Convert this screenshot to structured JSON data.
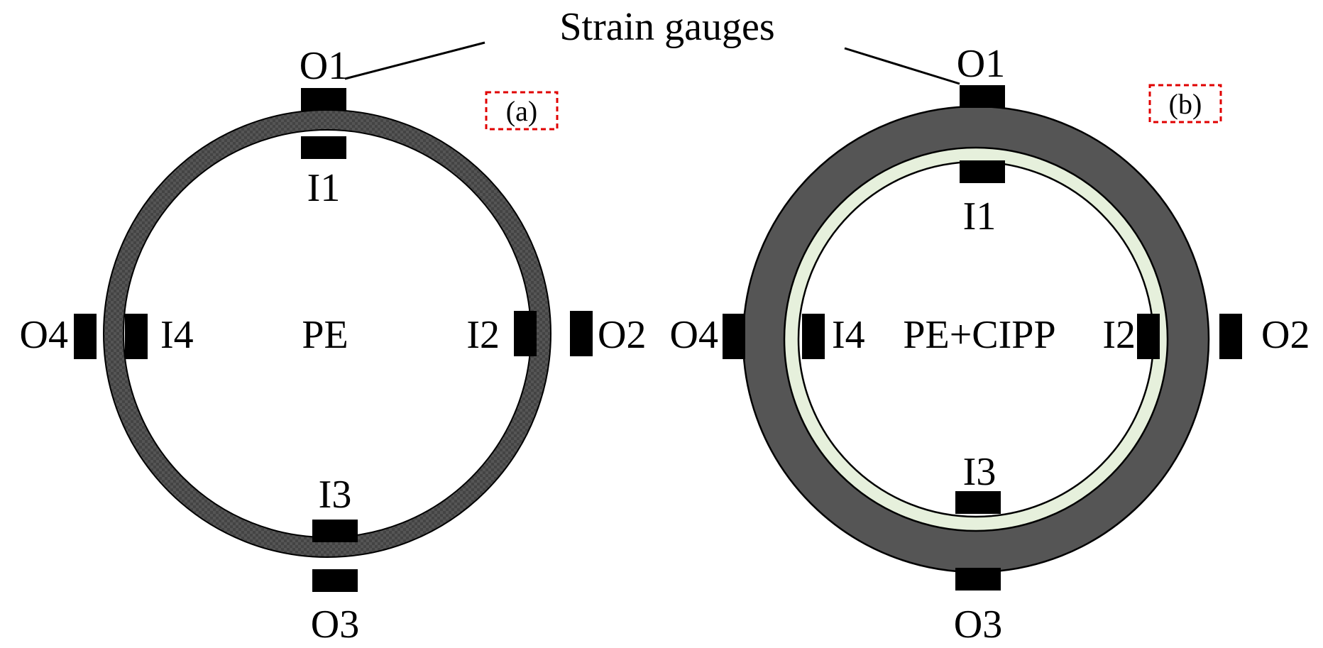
{
  "title": "Strain gauges",
  "panels": [
    {
      "tag": "(a)",
      "center_label": "PE",
      "outer_gauges": {
        "top": "O1",
        "right": "O2",
        "bottom": "O3",
        "left": "O4"
      },
      "inner_gauges": {
        "top": "I1",
        "right": "I2",
        "bottom": "I3",
        "left": "I4"
      }
    },
    {
      "tag": "(b)",
      "center_label": "PE+CIPP",
      "outer_gauges": {
        "top": "O1",
        "right": "O2",
        "bottom": "O3",
        "left": "O4"
      },
      "inner_gauges": {
        "top": "I1",
        "right": "I2",
        "bottom": "I3",
        "left": "I4"
      }
    }
  ],
  "colors": {
    "pe_ring": "#4d4d4d",
    "cipp_liner": "#e6f0dc",
    "gauge": "#000000",
    "tag_box": "#e00000"
  }
}
